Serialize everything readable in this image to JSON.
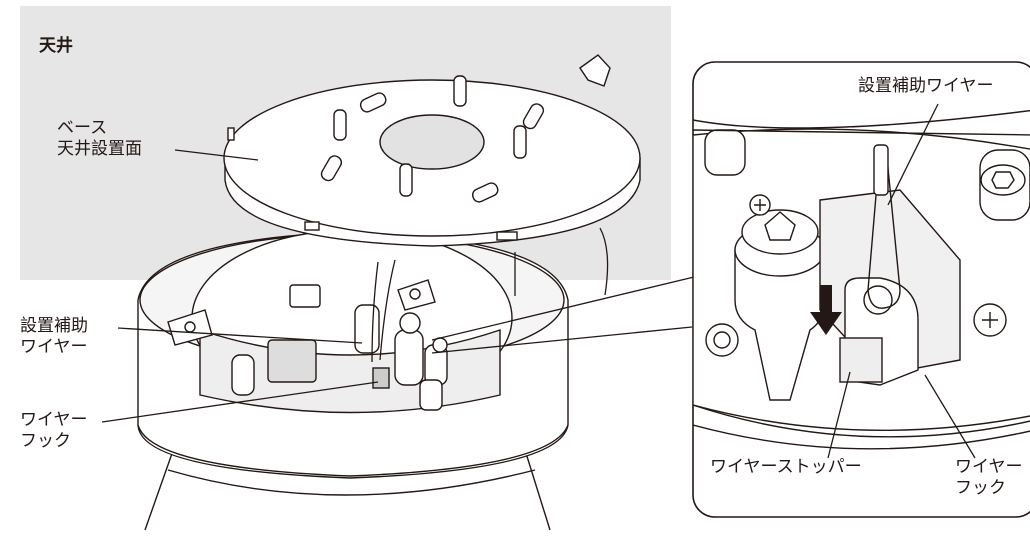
{
  "labels": {
    "ceiling": "天井",
    "base": "ベース",
    "ceiling_mount_surface": "天井設置面",
    "aux_wire_left_1": "設置補助",
    "aux_wire_left_2": "ワイヤー",
    "wire_hook_left_1": "ワイヤー",
    "wire_hook_left_2": "フック",
    "aux_wire_detail": "設置補助ワイヤー",
    "wire_stopper": "ワイヤーストッパー",
    "wire_hook_detail_1": "ワイヤー",
    "wire_hook_detail_2": "フック"
  },
  "colors": {
    "ceiling_fill": "#e6e6e6",
    "line": "#231815",
    "part_fill": "#ffffff",
    "shade": "#d9d9d9"
  }
}
